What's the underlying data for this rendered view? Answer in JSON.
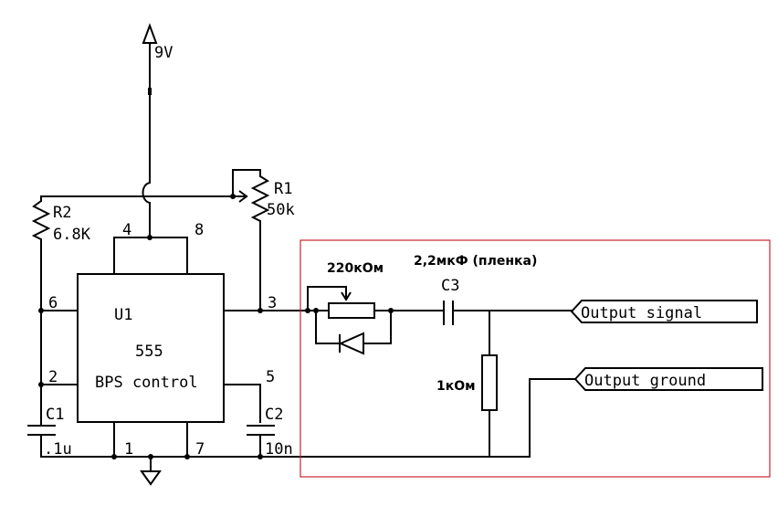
{
  "schematic": {
    "supply": {
      "label": "9V"
    },
    "ic": {
      "ref": "U1",
      "part": "555",
      "name": "BPS control",
      "pins": {
        "p1": "1",
        "p2": "2",
        "p3": "3",
        "p4": "4",
        "p5": "5",
        "p6": "6",
        "p7": "7",
        "p8": "8"
      }
    },
    "r1": {
      "ref": "R1",
      "value": "50k"
    },
    "r2": {
      "ref": "R2",
      "value": "6.8K"
    },
    "c1": {
      "ref": "C1",
      "value": ".1u"
    },
    "c2": {
      "ref": "C2",
      "value": "10n"
    },
    "output_stage": {
      "trimmer_value": "220кОм",
      "c3_ref": "C3",
      "c3_value": "2,2мкФ (пленка)",
      "r_load_value": "1кОм",
      "port_signal": "Output signal",
      "port_ground": "Output ground",
      "highlight_color": "#c8262e"
    }
  }
}
